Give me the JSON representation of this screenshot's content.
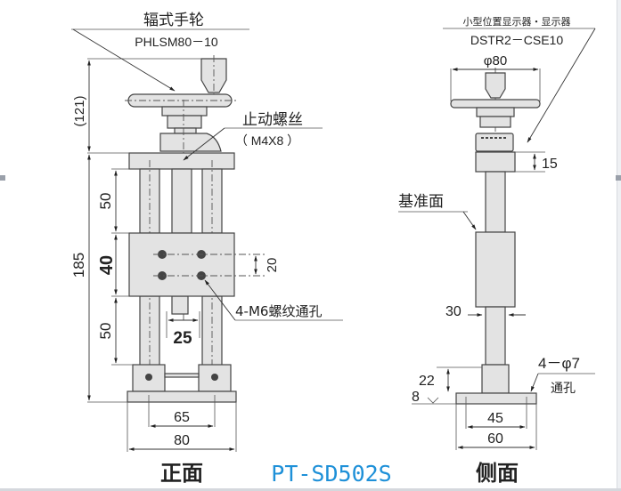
{
  "front_view": {
    "title": "正面",
    "handwheel_label": "辐式手轮",
    "handwheel_model": "PHLSM80－10",
    "stop_screw_label": "止动螺丝",
    "stop_screw_spec": "（ M4X8 ）",
    "hole_label": "4-M6螺纹通孔",
    "dimensions": {
      "height_ref": "(121)",
      "height_total": "185",
      "upper_travel": "50",
      "block_height": "40",
      "lower_travel": "50",
      "hole_pitch_vertical": "20",
      "screw_width": "25",
      "base_hole_pitch": "65",
      "base_width": "80"
    }
  },
  "side_view": {
    "title": "侧面",
    "indicator_label": "小型位置显示器・显示器",
    "indicator_model": "DSTR2－CSE10",
    "reference_label": "基准面",
    "mount_hole_count": "4－φ7",
    "mount_hole_label": "通孔",
    "dimensions": {
      "wheel_diameter": "φ80",
      "indicator_height": "15",
      "column_width": "30",
      "base_block_height": "22",
      "base_plate_thickness": "8",
      "base_hole_pitch": "45",
      "base_width": "60"
    }
  },
  "model_code": "PT-SD502S",
  "colors": {
    "model_code": "#1e90d8",
    "line": "#333333",
    "part_fill": "#e3e3e3"
  }
}
